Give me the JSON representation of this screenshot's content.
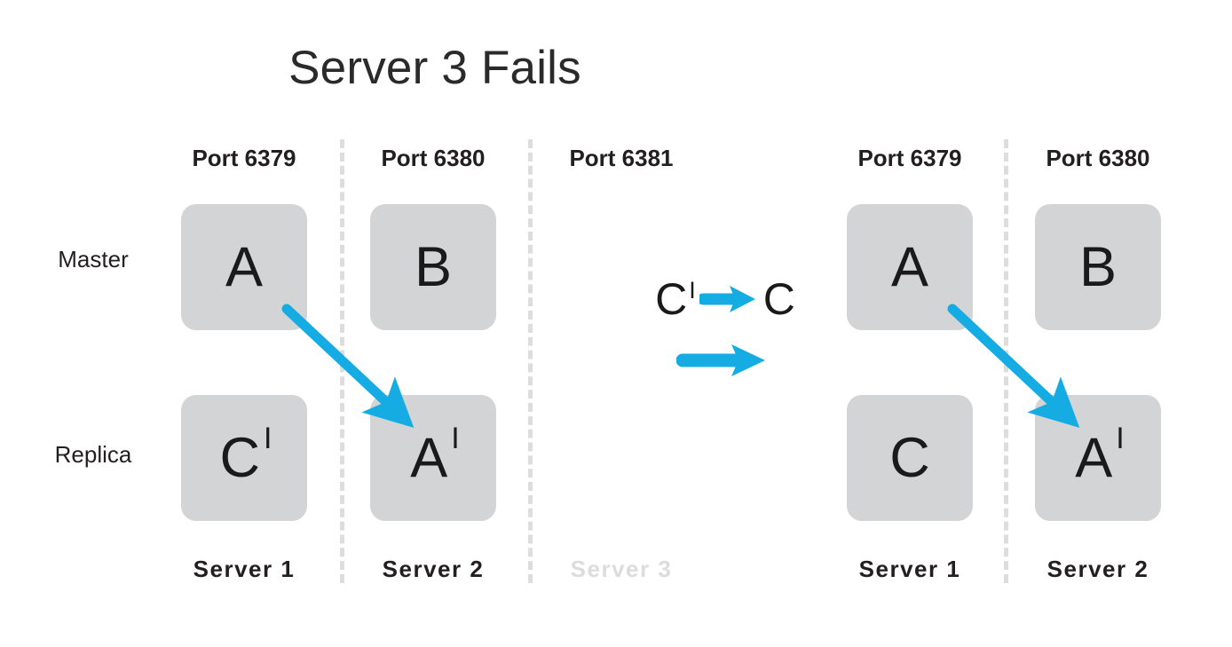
{
  "title": "Server 3 Fails",
  "colors": {
    "arrow_blue": "#14ace3",
    "node_gray": "#d3d4d6",
    "divider_gray": "#dcdddf",
    "text_dark": "#231f20",
    "failed_text_gray": "#dcdcdc"
  },
  "row_labels": {
    "master": "Master",
    "replica": "Replica"
  },
  "before_state": {
    "columns": [
      {
        "port": "Port 6379",
        "server": "Server 1",
        "failed": false,
        "master": {
          "base": "A",
          "prime": ""
        },
        "replica": {
          "base": "C",
          "prime": "I"
        }
      },
      {
        "port": "Port 6380",
        "server": "Server 2",
        "failed": false,
        "master": {
          "base": "B",
          "prime": ""
        },
        "replica": {
          "base": "A",
          "prime": "I"
        }
      },
      {
        "port": "Port 6381",
        "server": "Server 3",
        "failed": true,
        "master": null,
        "replica": null
      }
    ]
  },
  "after_state": {
    "columns": [
      {
        "port": "Port 6379",
        "server": "Server 1",
        "failed": false,
        "master": {
          "base": "A",
          "prime": ""
        },
        "replica": {
          "base": "C",
          "prime": ""
        }
      },
      {
        "port": "Port 6380",
        "server": "Server 2",
        "failed": false,
        "master": {
          "base": "B",
          "prime": ""
        },
        "replica": {
          "base": "A",
          "prime": "I"
        }
      }
    ]
  },
  "annotations": {
    "transition_from_base": "C",
    "transition_from_prime": "I",
    "transition_to": "C",
    "transition_arrow_icon": "right-arrow-icon",
    "state_change_arrow_icon": "right-arrow-icon"
  }
}
